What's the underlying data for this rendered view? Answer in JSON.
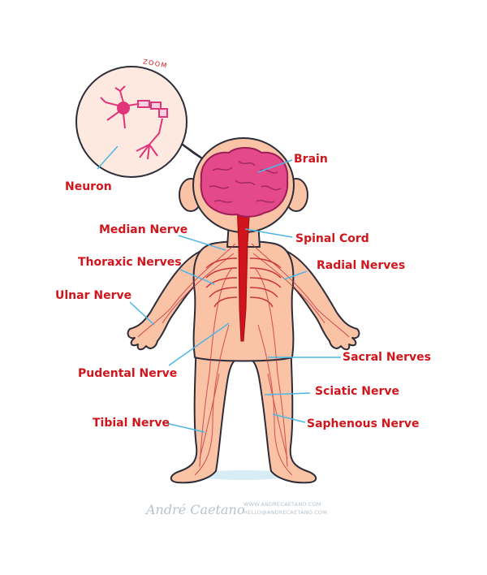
{
  "zoom_label": "ZOOM",
  "labels": {
    "neuron": "Neuron",
    "brain": "Brain",
    "median_nerve": "Median Nerve",
    "spinal_cord": "Spinal Cord",
    "thoraxic_nerves": "Thoraxic Nerves",
    "radial_nerves": "Radial Nerves",
    "ulnar_nerve": "Ulnar Nerve",
    "sacral_nerves": "Sacral Nerves",
    "pudental_nerve": "Pudental Nerve",
    "sciatic_nerve": "Sciatic Nerve",
    "tibial_nerve": "Tibial Nerve",
    "saphenous_nerve": "Saphenous Nerve"
  },
  "credit": {
    "signature": "André Caetano",
    "website": "WWW.ANDRECAETANO.COM",
    "email": "HELLO@ANDRECAETANO.COM"
  },
  "colors": {
    "label": "#d0161c",
    "skin": "#fbc3a6",
    "skin_outline": "#2d2d3a",
    "nerve": "#c8303a",
    "spine": "#d1141c",
    "brain": "#e44a8a",
    "pointer": "#4fb6e6"
  }
}
